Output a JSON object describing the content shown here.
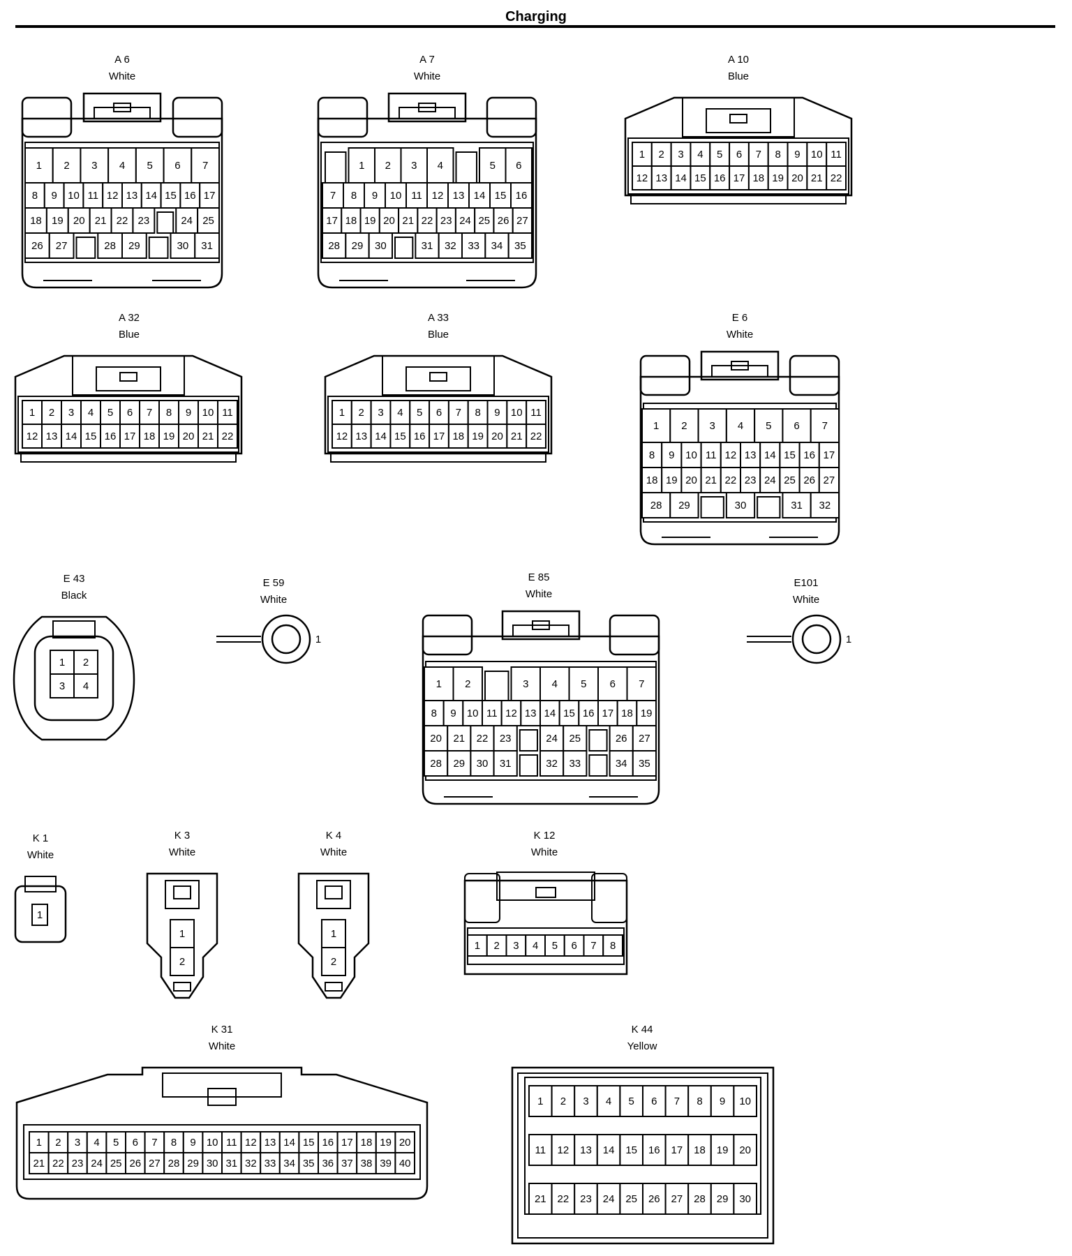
{
  "page": {
    "title": "Charging"
  },
  "connectors": [
    {
      "id": "A 6",
      "color": "White",
      "kind": "tall",
      "rows": [
        [
          "1",
          "2",
          "3",
          "4",
          "5",
          "6",
          "7"
        ],
        [
          "8",
          "9",
          "10",
          "11",
          "12",
          "13",
          "14",
          "15",
          "16",
          "17"
        ],
        [
          "18",
          "19",
          "20",
          "21",
          "22",
          "23",
          "",
          "24",
          "25"
        ],
        [
          "26",
          "27",
          "",
          "28",
          "29",
          "",
          "30",
          "31"
        ]
      ]
    },
    {
      "id": "A 7",
      "color": "White",
      "kind": "tall",
      "rows": [
        [
          "",
          "1",
          "2",
          "3",
          "4",
          "",
          "5",
          "6"
        ],
        [
          "7",
          "8",
          "9",
          "10",
          "11",
          "12",
          "13",
          "14",
          "15",
          "16"
        ],
        [
          "17",
          "18",
          "19",
          "20",
          "21",
          "22",
          "23",
          "24",
          "25",
          "26",
          "27"
        ],
        [
          "28",
          "29",
          "30",
          "",
          "31",
          "32",
          "33",
          "34",
          "35"
        ]
      ]
    },
    {
      "id": "A 10",
      "color": "Blue",
      "kind": "wide",
      "rows": [
        [
          "1",
          "2",
          "3",
          "4",
          "5",
          "6",
          "7",
          "8",
          "9",
          "10",
          "11"
        ],
        [
          "12",
          "13",
          "14",
          "15",
          "16",
          "17",
          "18",
          "19",
          "20",
          "21",
          "22"
        ]
      ]
    },
    {
      "id": "A 32",
      "color": "Blue",
      "kind": "wide",
      "rows": [
        [
          "1",
          "2",
          "3",
          "4",
          "5",
          "6",
          "7",
          "8",
          "9",
          "10",
          "11"
        ],
        [
          "12",
          "13",
          "14",
          "15",
          "16",
          "17",
          "18",
          "19",
          "20",
          "21",
          "22"
        ]
      ]
    },
    {
      "id": "A 33",
      "color": "Blue",
      "kind": "wide",
      "rows": [
        [
          "1",
          "2",
          "3",
          "4",
          "5",
          "6",
          "7",
          "8",
          "9",
          "10",
          "11"
        ],
        [
          "12",
          "13",
          "14",
          "15",
          "16",
          "17",
          "18",
          "19",
          "20",
          "21",
          "22"
        ]
      ]
    },
    {
      "id": "E 6",
      "color": "White",
      "kind": "tall",
      "rows": [
        [
          "1",
          "2",
          "3",
          "4",
          "5",
          "6",
          "7"
        ],
        [
          "8",
          "9",
          "10",
          "11",
          "12",
          "13",
          "14",
          "15",
          "16",
          "17"
        ],
        [
          "18",
          "19",
          "20",
          "21",
          "22",
          "23",
          "24",
          "25",
          "26",
          "27"
        ],
        [
          "28",
          "29",
          "",
          "30",
          "",
          "31",
          "32"
        ]
      ]
    },
    {
      "id": "E 43",
      "color": "Black",
      "kind": "round",
      "rows": [
        [
          "1",
          "2"
        ],
        [
          "3",
          "4"
        ]
      ]
    },
    {
      "id": "E 59",
      "color": "White",
      "kind": "ring",
      "rows": [
        [
          "1"
        ]
      ]
    },
    {
      "id": "E 85",
      "color": "White",
      "kind": "tall",
      "rows": [
        [
          "1",
          "2",
          "",
          "3",
          "4",
          "5",
          "6",
          "7"
        ],
        [
          "8",
          "9",
          "10",
          "11",
          "12",
          "13",
          "14",
          "15",
          "16",
          "17",
          "18",
          "19"
        ],
        [
          "20",
          "21",
          "22",
          "23",
          "",
          "24",
          "25",
          "",
          "26",
          "27"
        ],
        [
          "28",
          "29",
          "30",
          "31",
          "",
          "32",
          "33",
          "",
          "34",
          "35"
        ]
      ]
    },
    {
      "id": "E101",
      "color": "White",
      "kind": "ring",
      "rows": [
        [
          "1"
        ]
      ]
    },
    {
      "id": "K 1",
      "color": "White",
      "kind": "mini",
      "rows": [
        [
          "1"
        ]
      ]
    },
    {
      "id": "K 3",
      "color": "White",
      "kind": "plug",
      "rows": [
        [
          "1"
        ],
        [
          "2"
        ]
      ]
    },
    {
      "id": "K 4",
      "color": "White",
      "kind": "plug",
      "rows": [
        [
          "1"
        ],
        [
          "2"
        ]
      ]
    },
    {
      "id": "K 12",
      "color": "White",
      "kind": "small",
      "rows": [
        [
          "1",
          "2",
          "3",
          "4",
          "5",
          "6",
          "7",
          "8"
        ]
      ]
    },
    {
      "id": "K 31",
      "color": "White",
      "kind": "long",
      "rows": [
        [
          "1",
          "2",
          "3",
          "4",
          "5",
          "6",
          "7",
          "8",
          "9",
          "10",
          "11",
          "12",
          "13",
          "14",
          "15",
          "16",
          "17",
          "18",
          "19",
          "20"
        ],
        [
          "21",
          "22",
          "23",
          "24",
          "25",
          "26",
          "27",
          "28",
          "29",
          "30",
          "31",
          "32",
          "33",
          "34",
          "35",
          "36",
          "37",
          "38",
          "39",
          "40"
        ]
      ]
    },
    {
      "id": "K 44",
      "color": "Yellow",
      "kind": "box",
      "rows": [
        [
          "1",
          "2",
          "3",
          "4",
          "5",
          "6",
          "7",
          "8",
          "9",
          "10"
        ],
        [
          "11",
          "12",
          "13",
          "14",
          "15",
          "16",
          "17",
          "18",
          "19",
          "20"
        ],
        [
          "21",
          "22",
          "23",
          "24",
          "25",
          "26",
          "27",
          "28",
          "29",
          "30"
        ]
      ]
    }
  ]
}
